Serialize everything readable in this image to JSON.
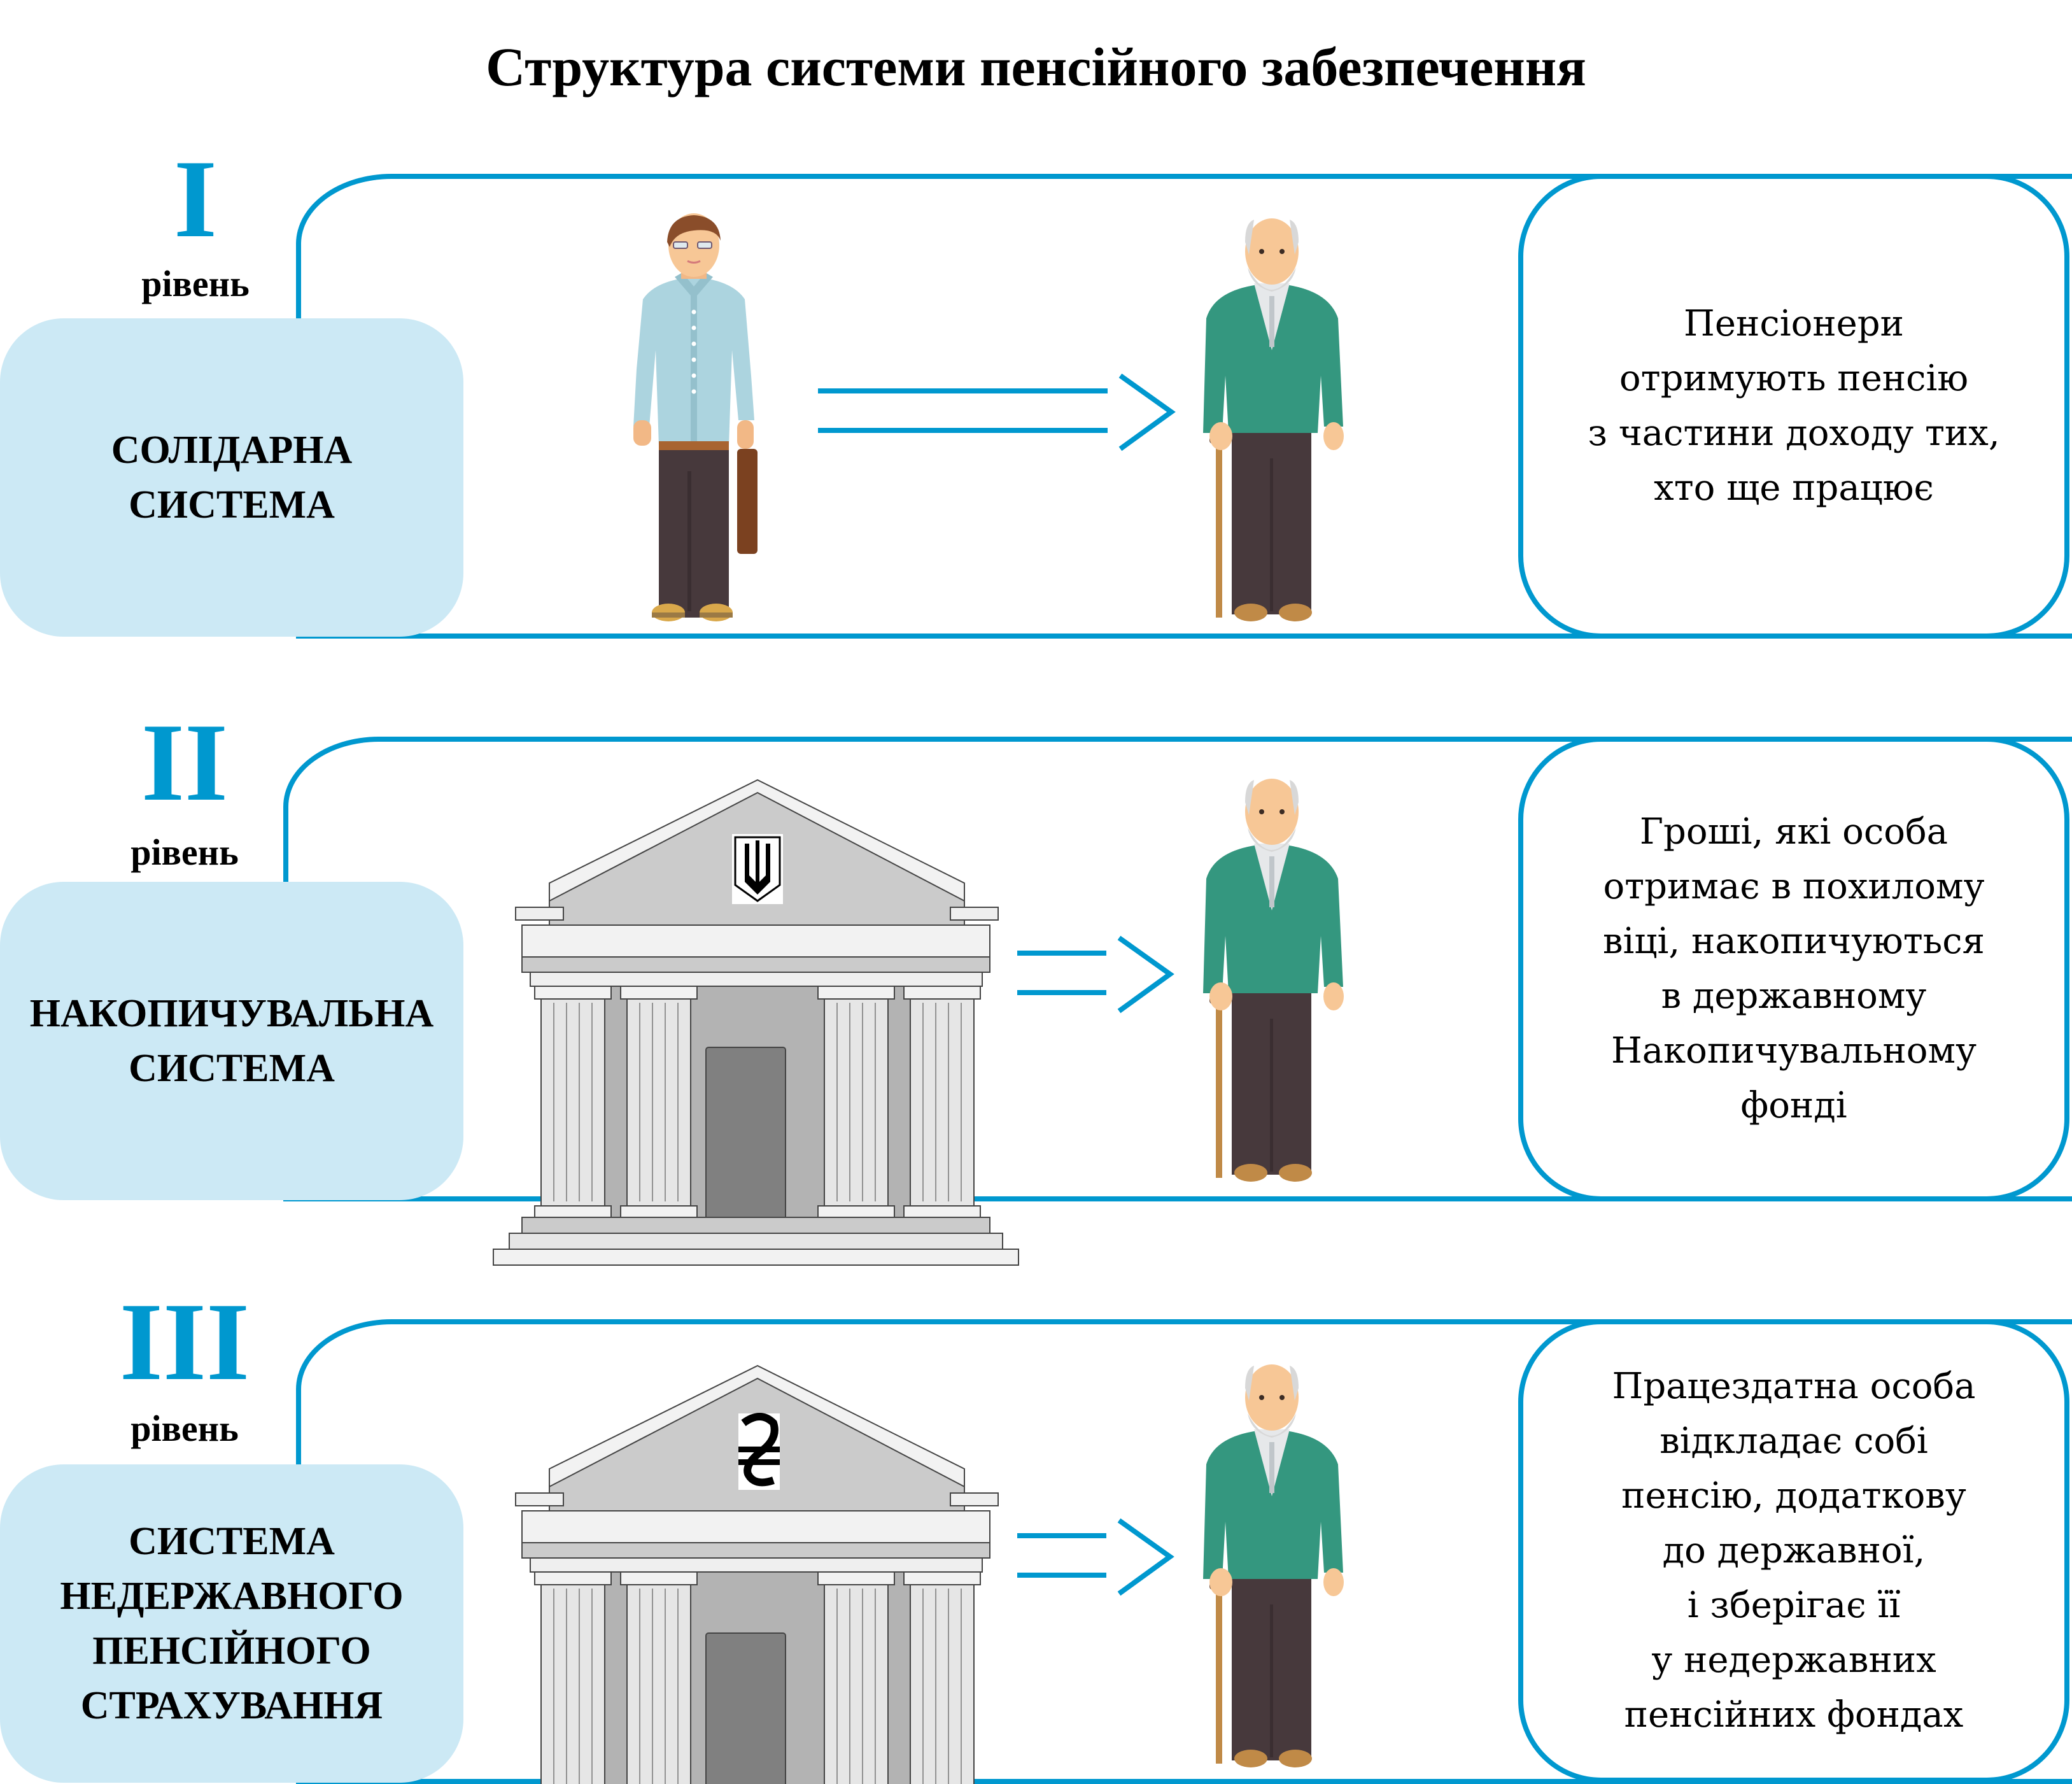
{
  "title": "Структура системи пенсійного забезпечення",
  "colors": {
    "accent": "#0098cf",
    "system_box": "#cce9f5",
    "shirt": "#acd4df",
    "trousers": "#47393c",
    "cardigan": "#34977f",
    "skin": "#f7c796",
    "building": "#c8c8c8"
  },
  "levels": [
    {
      "numeral": "I",
      "level_label": "рівень",
      "system_lines": [
        "СОЛІДАРНА",
        "СИСТЕМА"
      ],
      "from_icon": "working-man-icon",
      "to_icon": "pensioner-icon",
      "description_lines": [
        "Пенсіонери",
        "отримують пенсію",
        "з частини доходу тих,",
        "хто ще працює"
      ]
    },
    {
      "numeral": "II",
      "level_label": "рівень",
      "system_lines": [
        "НАКОПИЧУВАЛЬНА",
        "СИСТЕМА"
      ],
      "from_icon": "state-building-trident-icon",
      "to_icon": "pensioner-icon",
      "description_lines": [
        "Гроші, які особа",
        "отримає в похилому",
        "віці, накопичуються",
        "в державному",
        "Накопичувальному",
        "фонді"
      ]
    },
    {
      "numeral": "III",
      "level_label": "рівень",
      "system_lines": [
        "СИСТЕМА",
        "НЕДЕРЖАВНОГО",
        "ПЕНСІЙНОГО",
        "СТРАХУВАННЯ"
      ],
      "from_icon": "bank-building-hryvnia-icon",
      "to_icon": "pensioner-icon",
      "description_lines": [
        "Працездатна особа",
        "відкладає собі",
        "пенсію, додаткову",
        "до державної,",
        "і зберігає її",
        "у недержавних",
        "пенсійних фондах"
      ]
    }
  ]
}
